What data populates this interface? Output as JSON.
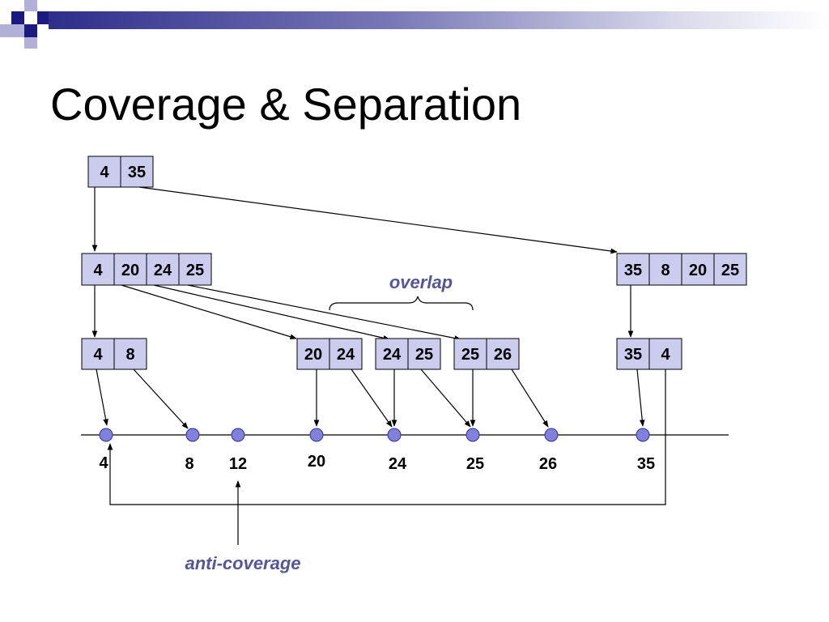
{
  "title": "Coverage & Separation",
  "colors": {
    "cell_fill": "#ccccee",
    "dot_fill": "#8080dd",
    "annotation": "#55559a",
    "accent_dark": "#2e2e8c"
  },
  "nodes": {
    "root": [
      "4",
      "35"
    ],
    "left": [
      "4",
      "20",
      "24",
      "25"
    ],
    "right": [
      "35",
      "8",
      "20",
      "25"
    ],
    "leaf_4_8": [
      "4",
      "8"
    ],
    "leaf_20_24": [
      "20",
      "24"
    ],
    "leaf_24_25": [
      "24",
      "25"
    ],
    "leaf_25_26": [
      "25",
      "26"
    ],
    "leaf_35_4": [
      "35",
      "4"
    ]
  },
  "number_line": [
    "4",
    "8",
    "12",
    "20",
    "24",
    "25",
    "26",
    "35"
  ],
  "annotations": {
    "overlap": "overlap",
    "anti_coverage": "anti-coverage"
  }
}
